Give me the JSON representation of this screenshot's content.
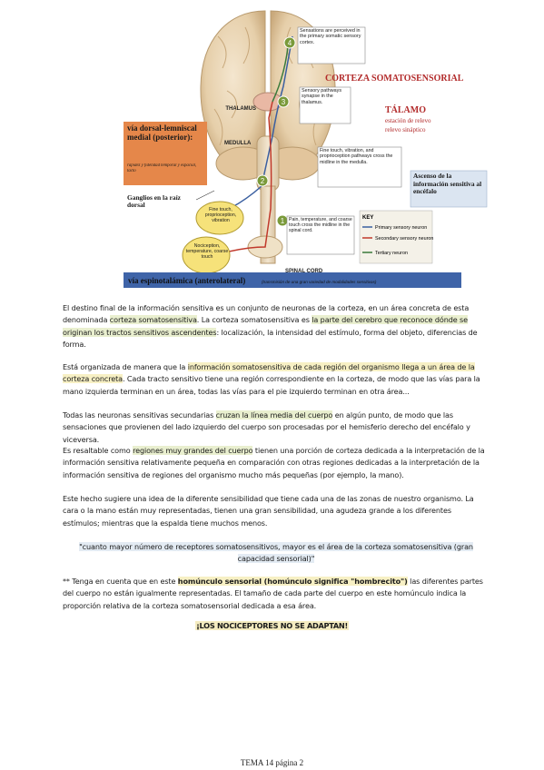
{
  "figure": {
    "cortex_note": "Sensations are perceived in the primary somatic sensory cortex.",
    "cortex_title": "CORTEZA SOMATOSENSORIAL",
    "thalamus_label": "THALAMUS",
    "thalamus_note": "Sensory pathways synapse in the thalamus.",
    "talamo_title": "TÁLAMO",
    "talamo_sub1": "estación de relevo",
    "talamo_sub2": "relevo sináptico",
    "medulla_label": "MEDULLA",
    "medulla_note": "Fine touch, vibration, and proprioception pathways cross the midline in the medulla.",
    "dorsal_title": "vía dorsal-lemniscal medial (posterior):",
    "dorsal_sub": "rapidez y fidelidad temporal y espacial, tacto",
    "ascenso": "Ascenso de la información sensitiva al encéfalo",
    "ganglios": "Ganglios en la raíz dorsal",
    "fine_touch": "Fine touch, proprioception, vibration",
    "nociception": "Nociception, temperature, coarse touch",
    "pain_note": "Pain, temperature, and coarse touch cross the midline in the spinal cord.",
    "spinal_cord": "SPINAL CORD",
    "key_title": "KEY",
    "key_primary": "Primary sensory neuron",
    "key_secondary": "Secondary sensory neuron",
    "key_tertiary": "Tertiary neuron",
    "spino_title": "vía espinotalámica (anterolateral)",
    "spino_sub": "(transmisión de una gran variedad de modalidades sensitivas)",
    "step1": "1",
    "step2": "2",
    "step3": "3",
    "step4": "4",
    "colors": {
      "primary": "#3a5fa0",
      "secondary": "#c0392b",
      "tertiary": "#3a7a3a",
      "orange_box": "#e5874a",
      "blue_banner": "#3f64a8"
    }
  },
  "p1": {
    "a": "El destino final de la información sensitiva es un conjunto de neuronas de la corteza, en un área concreta de esta denominada ",
    "b": "corteza somatosensitiva",
    "c": ". La corteza somatosensitiva es ",
    "d": "la parte del cerebro que reconoce dónde se originan los tractos sensitivos ascendentes",
    "e": ": localización, la intensidad del estímulo, forma del objeto, diferencias de forma."
  },
  "p2": {
    "a": "Está organizada de manera que la ",
    "b": "información somatosensitiva de cada región del organismo llega a un área de la corteza concreta",
    "c": ". Cada tracto sensitivo tiene una región correspondiente en la corteza, de modo que las vías para la mano izquierda terminan en un área, todas las vías para el pie izquierdo terminan en otra área..."
  },
  "p3": {
    "a": "Todas las neuronas sensitivas secundarias ",
    "b": "cruzan la línea media del cuerpo",
    "c": " en algún punto, de modo que las sensaciones que provienen del lado izquierdo del cuerpo son procesadas por el hemisferio derecho del encéfalo y viceversa."
  },
  "p4": {
    "a": "Es resaltable como ",
    "b": "regiones muy grandes del cuerpo",
    "c": " tienen una porción de corteza dedicada a la interpretación de la información sensitiva relativamente pequeña en comparación con otras regiones dedicadas a la interpretación de la información sensitiva de regiones del organismo mucho más pequeñas (por ejemplo, la mano)."
  },
  "p5": "Este hecho sugiere una idea de la diferente sensibilidad que tiene cada una de las zonas de nuestro organismo. La cara o la mano están muy representadas, tienen una gran sensibilidad, una agudeza grande a los diferentes estímulos; mientras que la espalda tiene muchos menos.",
  "quote": "\"cuanto mayor número de receptores somatosensitivos, mayor es el área de la corteza somatosensitiva (gran capacidad sensorial)\"",
  "p6": {
    "a": "** Tenga en cuenta que en este ",
    "b": "homúnculo sensorial (homúnculo significa \"hombrecito\")",
    "c": " las diferentes partes del cuerpo no están igualmente representadas. El tamaño de cada parte del cuerpo en este homúnculo indica la proporción relativa de la corteza somatosensorial dedicada a esa área."
  },
  "warning": "¡LOS NOCICEPTORES NO SE ADAPTAN!",
  "footer": "TEMA 14 página 2"
}
